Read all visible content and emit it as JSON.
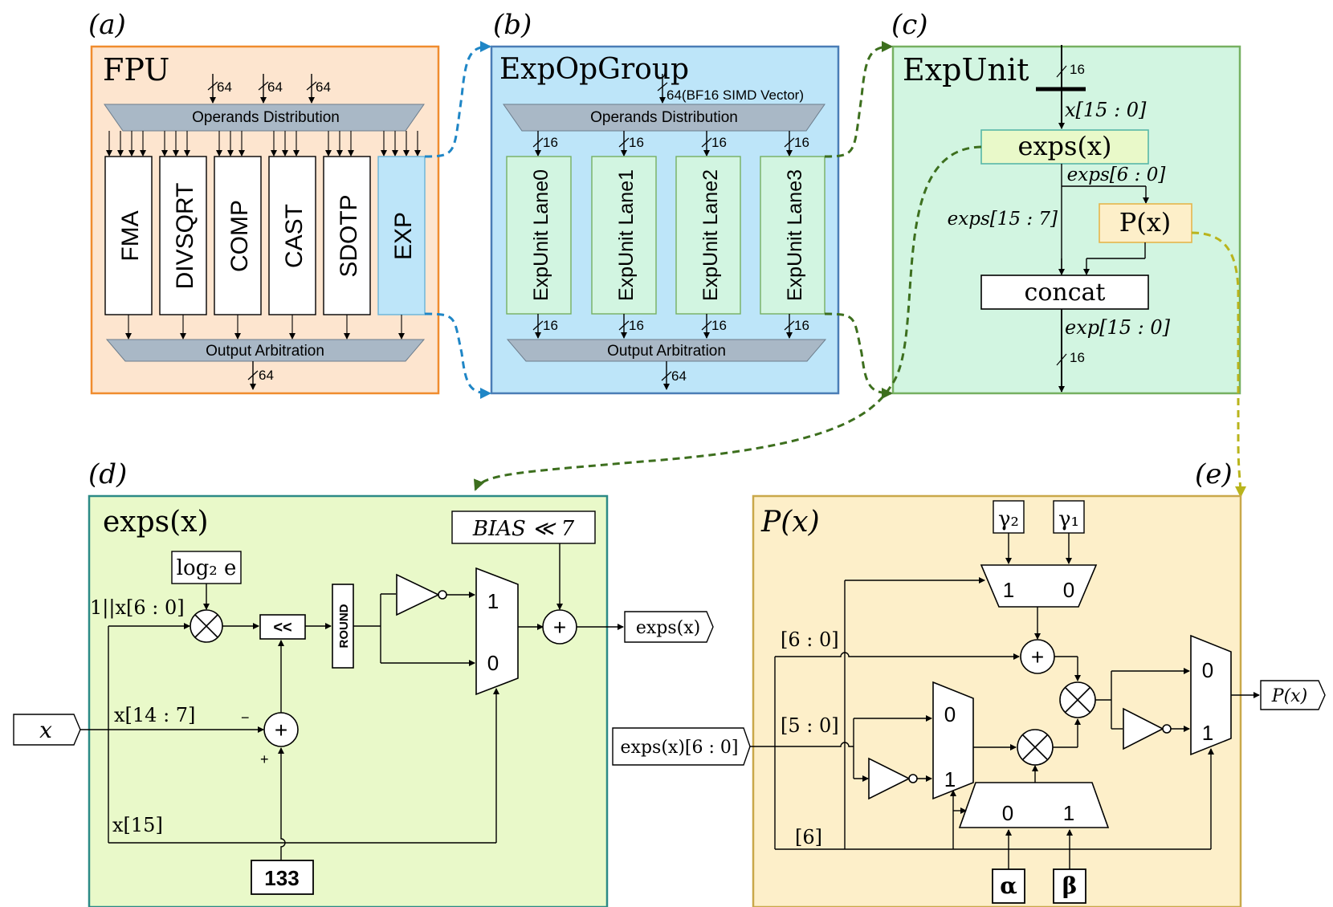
{
  "panels": {
    "a": {
      "label": "(a)",
      "title": "FPU",
      "input_widths": [
        "64",
        "64",
        "64"
      ],
      "distribution": "Operands Distribution",
      "units": [
        "FMA",
        "DIVSQRT",
        "COMP",
        "CAST",
        "SDOTP",
        "EXP"
      ],
      "arbitration": "Output Arbitration",
      "output_width": "64"
    },
    "b": {
      "label": "(b)",
      "title": "ExpOpGroup",
      "input_width": "64(BF16 SIMD Vector)",
      "distribution": "Operands Distribution",
      "lanes": [
        "ExpUnit Lane0",
        "ExpUnit Lane1",
        "ExpUnit Lane2",
        "ExpUnit Lane3"
      ],
      "lane_width": "16",
      "arbitration": "Output Arbitration",
      "output_width": "64"
    },
    "c": {
      "label": "(c)",
      "title": "ExpUnit",
      "in_width": "16",
      "in_bus": "x[15 : 0]",
      "exps_block": "exps(x)",
      "exps_low": "exps[6 : 0]",
      "exps_high": "exps[15 : 7]",
      "poly_block": "P(x)",
      "concat": "concat",
      "out_bus": "exp[15 : 0]",
      "out_width": "16"
    },
    "d": {
      "label": "(d)",
      "title": "exps(x)",
      "log2e": "log₂ e",
      "mantissa": "1||x[6 : 0]",
      "shift": "<<",
      "round": "ROUND",
      "bias": "BIAS ≪ 7",
      "mux_top": "1",
      "mux_bottom": "0",
      "output": "exps(x)",
      "input": "x",
      "exponent": "x[14 : 7]",
      "minus": "−",
      "plus": "+",
      "sign": "x[15]",
      "constant": "133"
    },
    "e": {
      "label": "(e)",
      "title": "P(x)",
      "gamma2": "γ₂",
      "gamma1": "γ₁",
      "gmux_1": "1",
      "gmux_0": "0",
      "bits_6_0": "[6 : 0]",
      "bits_5_0": "[5 : 0]",
      "bit_6": "[6]",
      "input": "exps(x)[6 : 0]",
      "mux1_0": "0",
      "mux1_1": "1",
      "abmux_0": "0",
      "abmux_1": "1",
      "alpha": "α",
      "beta": "β",
      "outmux_0": "0",
      "outmux_1": "1",
      "output": "P(x)"
    }
  },
  "colors": {
    "fpu_bg": "#fde5cf",
    "fpu_border": "#f08c2e",
    "expop_bg": "#bde5f9",
    "expop_border": "#4a7db6",
    "expunit_bg": "#d2f5e1",
    "expunit_border": "#76b061",
    "exps_bg": "#e9f9c9",
    "exps_border": "#2c8a86",
    "px_bg": "#fdefc9",
    "px_border": "#c9a84a",
    "trapezoid": "#a9b8c6",
    "arrow_blue": "#1f86c6",
    "arrow_green": "#3d6f1e",
    "arrow_olive": "#b9b41c"
  }
}
